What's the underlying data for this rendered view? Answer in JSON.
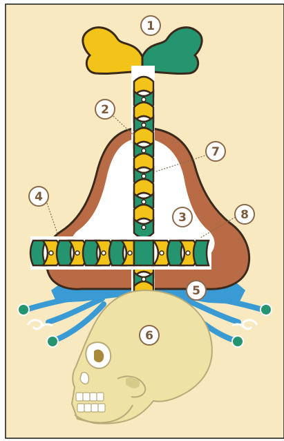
{
  "colors": {
    "background": "#f8e9c0",
    "frame": "#222222",
    "yellow": "#f2c318",
    "green": "#24956e",
    "outline": "#3a2a1c",
    "brown": "#b86b44",
    "brown_dark": "#8a4a2c",
    "blue": "#3a9bd4",
    "skull": "#eee2a4",
    "skull_line": "#b8aa78",
    "badge_fill": "#ffffff",
    "badge_ring": "#8a6a4c",
    "badge_text": "#7a5a3c",
    "leader": "#8a6a4c"
  },
  "labels": [
    "1",
    "2",
    "3",
    "4",
    "5",
    "6",
    "7",
    "8"
  ]
}
